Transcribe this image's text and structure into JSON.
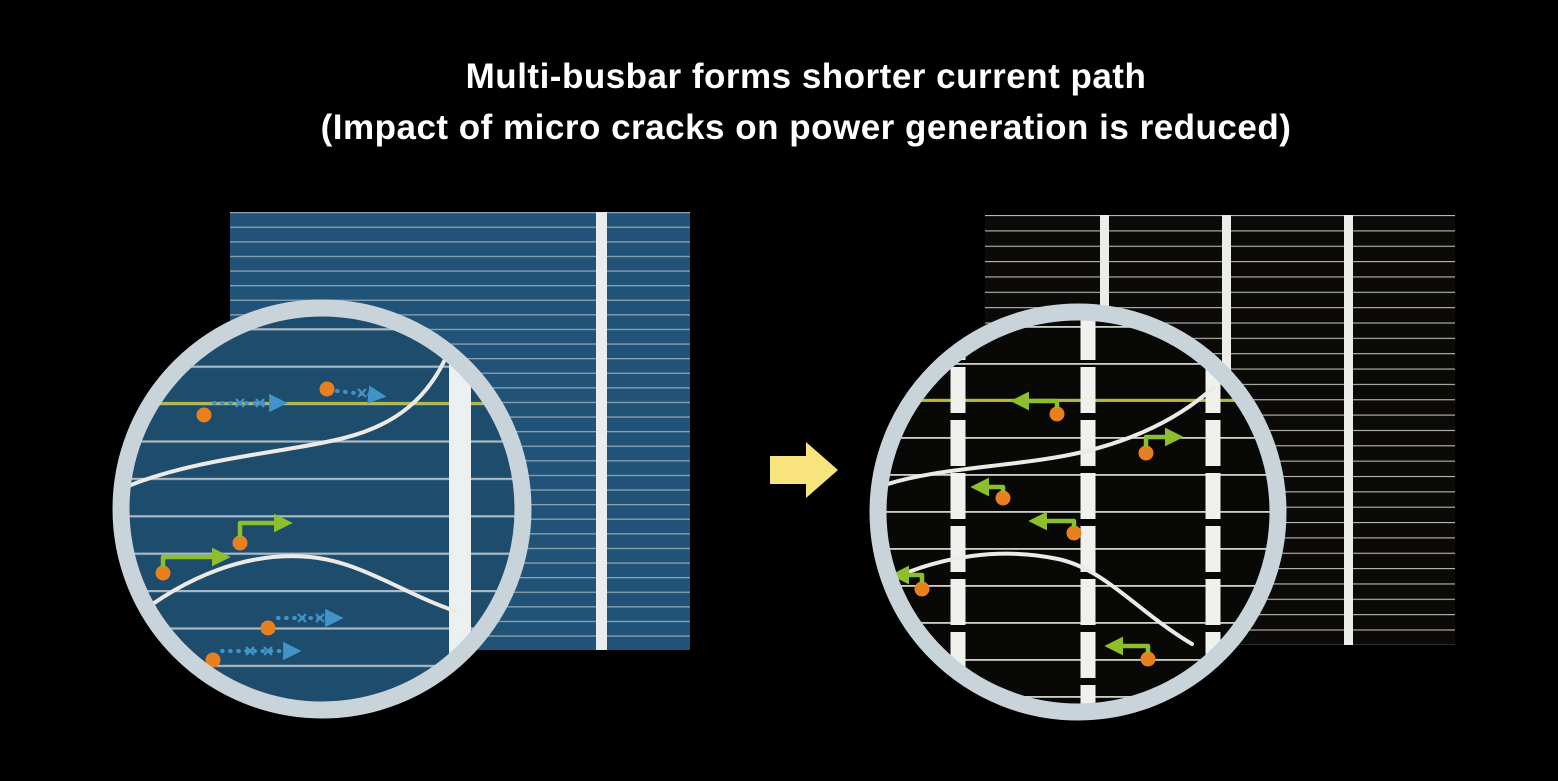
{
  "title": {
    "line1": "Multi-busbar forms shorter current path",
    "line2": "(Impact of micro cracks on power generation is reduced)"
  },
  "colors": {
    "background": "#000000",
    "title_text": "#ffffff",
    "left_cell_blue": "#215378",
    "right_cell_black": "#0b0a08",
    "busbar_white": "#ededea",
    "finger_line_left": "#8aa3b1",
    "finger_line_right": "#b9b9b4",
    "magnifier_ring": "#c9d3da",
    "transition_arrow_yellow": "#f8e47c",
    "current_dot_orange": "#e8801f",
    "long_path_blue": "#4193c8",
    "short_path_green": "#8cbe2e",
    "micro_crack_white": "#eceae6",
    "highlight_finger_yellow": "#b5bb36"
  },
  "icons": {
    "transition_arrow": "block-arrow-right",
    "left_magnifier": "magnifier-circle",
    "right_magnifier": "magnifier-circle"
  }
}
